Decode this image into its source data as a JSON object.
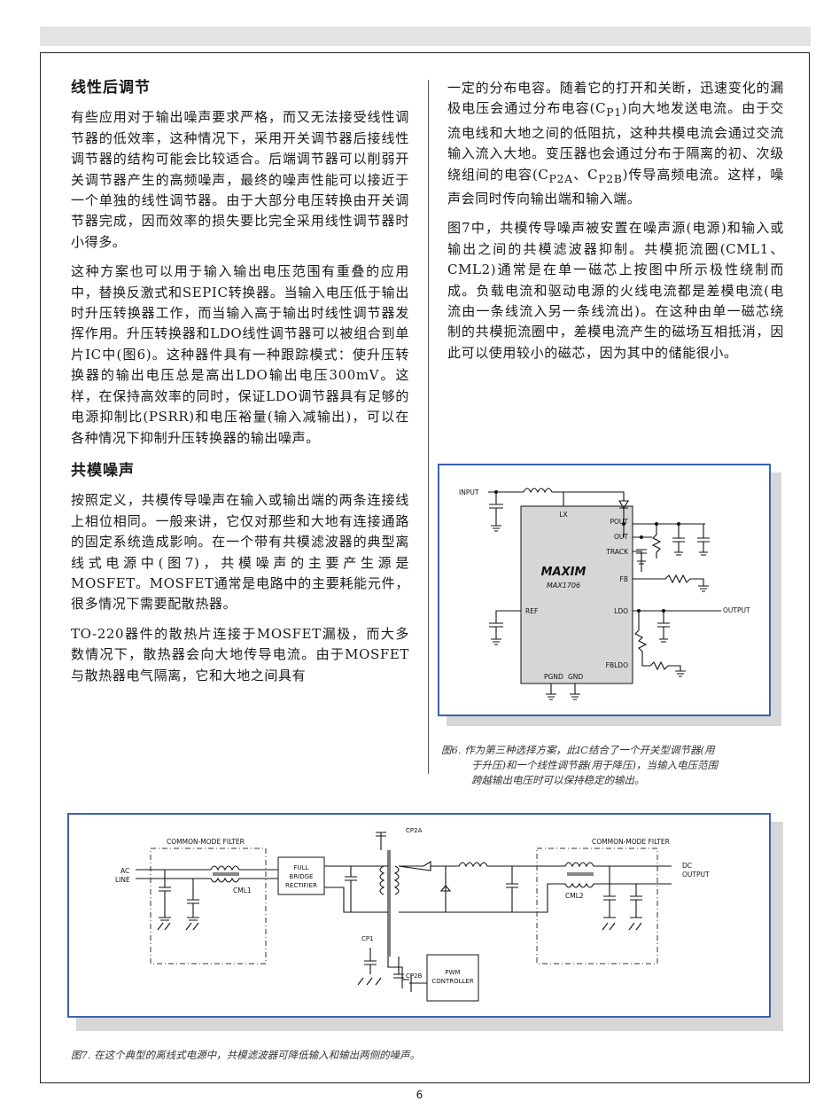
{
  "left_column": {
    "heading1": "线性后调节",
    "p1": "有些应用对于输出噪声要求严格，而又无法接受线性调节器的低效率，这种情况下，采用开关调节器后接线性调节器的结构可能会比较适合。后端调节器可以削弱开关调节器产生的高频噪声，最终的噪声性能可以接近于一个单独的线性调节器。由于大部分电压转换由开关调节器完成，因而效率的损失要比完全采用线性调节器时小得多。",
    "p2": "这种方案也可以用于输入输出电压范围有重叠的应用中，替换反激式和SEPIC转换器。当输入电压低于输出时升压转换器工作，而当输入高于输出时线性调节器发挥作用。升压转换器和LDO线性调节器可以被组合到单片IC中(图6)。这种器件具有一种跟踪模式：使升压转换器的输出电压总是高出LDO输出电压300mV。这样，在保持高效率的同时，保证LDO调节器具有足够的电源抑制比(PSRR)和电压裕量(输入减输出)，可以在各种情况下抑制升压转换器的输出噪声。",
    "heading2": "共模噪声",
    "p3": "按照定义，共模传导噪声在输入或输出端的两条连接线上相位相同。一般来讲，它仅对那些和大地有连接通路的固定系统造成影响。在一个带有共模滤波器的典型离线式电源中(图7)，共模噪声的主要产生源是MOSFET。MOSFET通常是电路中的主要耗能元件，很多情况下需要配散热器。",
    "p4": "TO-220器件的散热片连接于MOSFET漏极，而大多数情况下，散热器会向大地传导电流。由于MOSFET与散热器电气隔离，它和大地之间具有"
  },
  "right_column": {
    "p1a": "一定的分布电容。随着它的打开和关断，迅速变化的漏极电压会通过分布电容(C",
    "p1_sub1": "P1",
    "p1b": ")向大地发送电流。由于交流电线和大地之间的低阻抗，这种共模电流会通过交流输入流入大地。变压器也会通过分布于隔离的初、次级绕组间的电容(C",
    "p1_sub2": "P2A",
    "p1c": "、C",
    "p1_sub3": "P2B",
    "p1d": ")传导高频电流。这样，噪声会同时传向输出端和输入端。",
    "p2": "图7中，共模传导噪声被安置在噪声源(电源)和输入或输出之间的共模滤波器抑制。共模扼流圈(CML1、CML2)通常是在单一磁芯上按图中所示极性绕制而成。负载电流和驱动电源的火线电流都是差模电流(电流由一条线流入另一条线流出)。在这种由单一磁芯绕制的共模扼流圈中，差模电流产生的磁场互相抵消，因此可以使用较小的磁芯，因为其中的储能很小。"
  },
  "figure6": {
    "input": "INPUT",
    "output": "OUTPUT",
    "lx": "LX",
    "pout": "POUT",
    "out": "OUT",
    "track": "TRACK",
    "fb": "FB",
    "ref": "REF",
    "ldo": "LDO",
    "fbldo": "FBLDO",
    "pgnd": "PGND",
    "gnd": "GND",
    "brand": "MAXIM",
    "part": "MAX1706",
    "chip_color": "#d6d6d6",
    "caption_line1": "图6. 作为第三种选择方案，此IC结合了一个开关型调节器(用",
    "caption_line2": "于升压)和一个线性调节器(用于降压)，当输入电压范围",
    "caption_line3": "跨越输出电压时可以保持稳定的输出。"
  },
  "figure7": {
    "cmf_left": "COMMON-MODE FILTER",
    "cmf_right": "COMMON-MODE FILTER",
    "ac_line_1": "AC",
    "ac_line_2": "LINE",
    "cml1": "CML1",
    "cml2": "CML2",
    "rect_1": "FULL",
    "rect_2": "BRIDGE",
    "rect_3": "RECTIFIER",
    "cp2a": "CP2A",
    "cp2b": "CP2B",
    "cp1": "CP1",
    "pwm_1": "PWM",
    "pwm_2": "CONTROLLER",
    "dc_out_1": "DC",
    "dc_out_2": "OUTPUT",
    "caption": "图7. 在这个典型的离线式电源中，共模滤波器可降低输入和输出两侧的噪声。"
  },
  "page_number": "6",
  "colors": {
    "figure_border": "#3a62b0",
    "shadow": "#d7d7d7",
    "header_bar": "#e3e3e3"
  }
}
